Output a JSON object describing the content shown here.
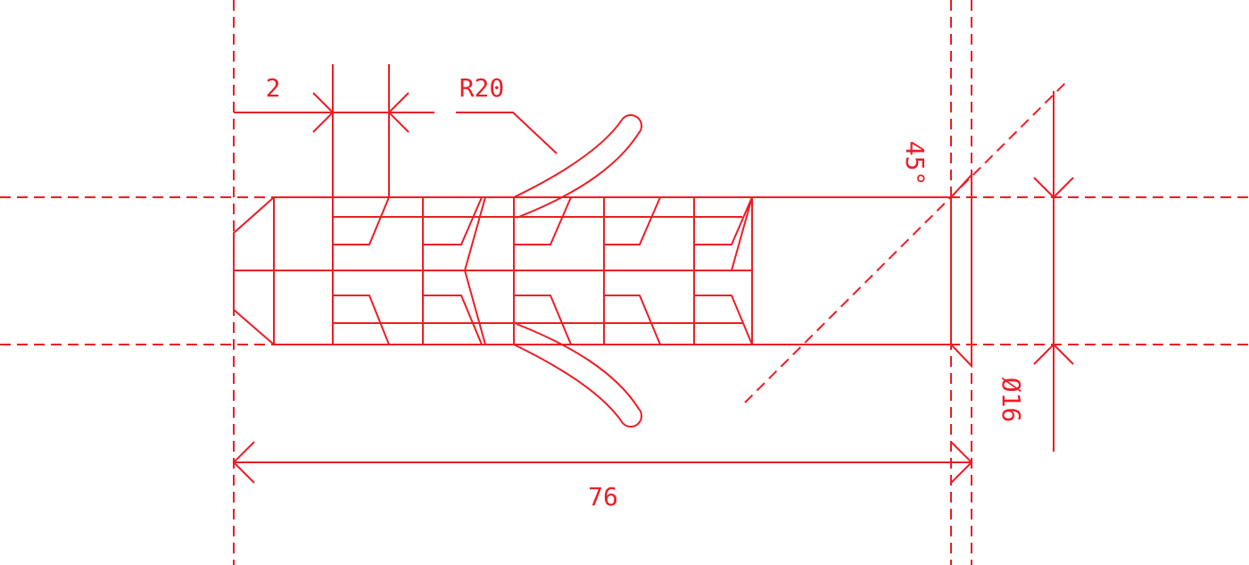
{
  "colors": {
    "line": "#ee1c25",
    "background": "#ffffff"
  },
  "dimensions": {
    "step": "2",
    "radius": "R20",
    "angle": "45°",
    "diameter": "Ø16",
    "length": "76"
  }
}
